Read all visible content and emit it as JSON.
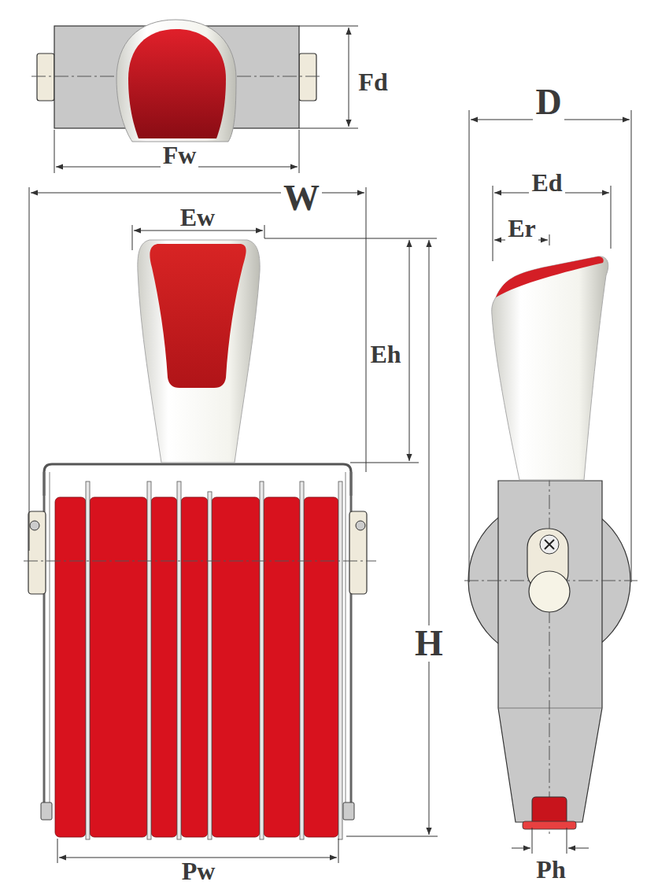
{
  "diagram": {
    "labels": [
      "Fd",
      "Fw",
      "W",
      "Ew",
      "Eh",
      "H",
      "Pw",
      "D",
      "Ed",
      "Er",
      "Ph"
    ]
  }
}
